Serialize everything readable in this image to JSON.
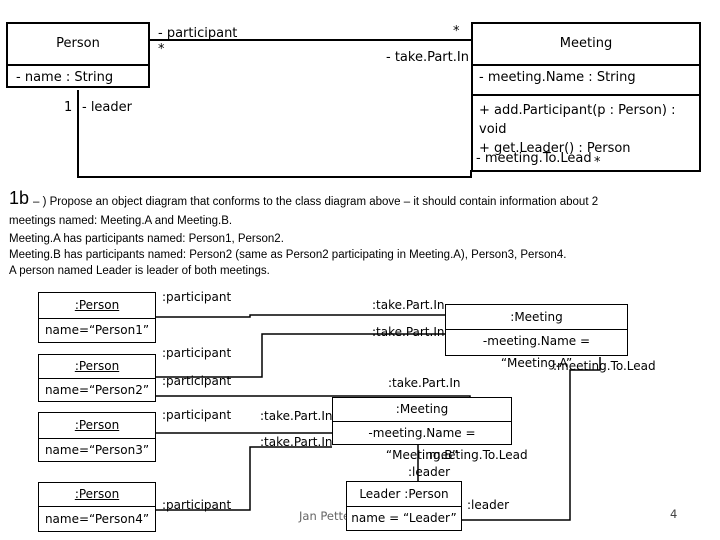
{
  "class_diagram": {
    "person": {
      "name": "Person",
      "attribute": "- name : String"
    },
    "meeting": {
      "name": "Meeting",
      "attribute": "- meeting.Name : String",
      "operations": [
        "+ add.Participant(p : Person) : void",
        "+ get.Leader() : Person"
      ]
    },
    "participant_role": "- participant",
    "participant_mult": "*",
    "takepart_mult": "*",
    "takepart_role": "- take.Part.In",
    "leader_mult": "1",
    "leader_role": "- leader",
    "lead_role": "- meeting.To.Lead",
    "lead_mult": "*"
  },
  "task": {
    "number": "1b",
    "line1": "– ) Propose an object diagram that conforms to the class diagram above – it should contain information about 2",
    "line2": "meetings named: Meeting.A and Meeting.B.",
    "line3": "Meeting.A has participants named: Person1, Person2.",
    "line4": "Meeting.B has participants named: Person2 (same as Person2 participating in Meeting.A), Person3, Person4.",
    "line5": "A person named Leader is leader of both meetings."
  },
  "object_diagram": {
    "persons": [
      {
        "title": ":Person",
        "attr": "name=“Person1”"
      },
      {
        "title": ":Person",
        "attr": "name=“Person2”"
      },
      {
        "title": ":Person",
        "attr": "name=“Person3”"
      },
      {
        "title": ":Person",
        "attr": "name=“Person4”"
      }
    ],
    "participant_labels": [
      ":participant",
      ":participant",
      ":participant",
      ":participant",
      ":participant"
    ],
    "takepart_labels": [
      ":take.Part.In",
      ":take.Part.In",
      ":take.Part.In",
      ":take.Part.In",
      ":take.Part.In"
    ],
    "meeting_a": {
      "title": ":Meeting",
      "attr": "-meeting.Name = “Meeting.A”"
    },
    "meeting_b": {
      "title": ":Meeting",
      "attr": "-meeting.Name = “Meeting.B”"
    },
    "meetingtolead_labels": [
      ":meeting.To.Lead",
      ":meeting.To.Lead"
    ],
    "leader_labels": [
      ":leader",
      ":leader"
    ],
    "leader_obj": {
      "title": "Leader :Person",
      "attr": "name = “Leader”"
    }
  },
  "footer": {
    "author": "Jan Petter",
    "page": "4"
  }
}
